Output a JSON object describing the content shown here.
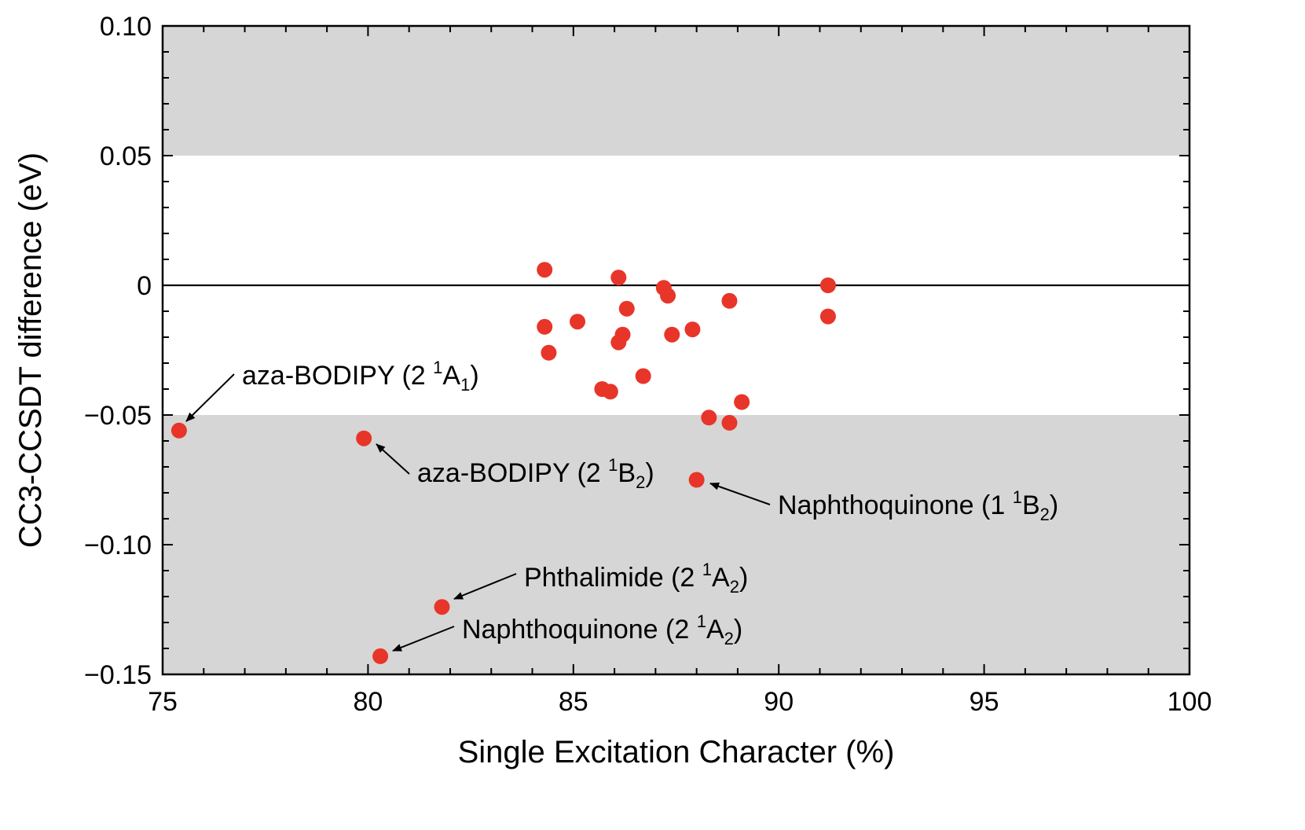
{
  "chart_data": {
    "type": "scatter",
    "title": "",
    "xlabel": "Single Excitation Character (%)",
    "ylabel": "CC3-CCSDT difference  (eV)",
    "xlim": [
      75,
      100
    ],
    "ylim": [
      -0.15,
      0.1
    ],
    "x_ticks": [
      75,
      80,
      85,
      90,
      95,
      100
    ],
    "x_tick_labels": [
      "75",
      "80",
      "85",
      "90",
      "95",
      "100"
    ],
    "y_ticks": [
      0.1,
      0.05,
      0,
      -0.05,
      -0.1,
      -0.15
    ],
    "y_tick_labels": [
      "0.10",
      "0.05",
      "0",
      "−0.05",
      "−0.10",
      "−0.15"
    ],
    "shaded_bands": [
      {
        "y_from": 0.05,
        "y_to": 0.1,
        "color": "#d6d6d6"
      },
      {
        "y_from": -0.15,
        "y_to": -0.05,
        "color": "#d6d6d6"
      }
    ],
    "reference_line_y": 0,
    "grid": false,
    "marker_color": "#e8352a",
    "series": [
      {
        "x": [
          84.3,
          86.1,
          91.2,
          87.2,
          87.3,
          88.8,
          86.3,
          91.2,
          84.3,
          85.1,
          86.2,
          87.4,
          87.9,
          86.1,
          84.4,
          86.7,
          85.7,
          85.9,
          89.1,
          88.3,
          88.8,
          75.4,
          79.9,
          88.0,
          81.8,
          80.3
        ],
        "y": [
          0.006,
          0.003,
          0.0,
          -0.001,
          -0.004,
          -0.006,
          -0.009,
          -0.012,
          -0.016,
          -0.014,
          -0.019,
          -0.019,
          -0.017,
          -0.022,
          -0.026,
          -0.035,
          -0.04,
          -0.041,
          -0.045,
          -0.051,
          -0.053,
          -0.056,
          -0.059,
          -0.075,
          -0.124,
          -0.143
        ]
      }
    ],
    "annotations": [
      {
        "name": "aza-BODIPY",
        "state_pre": " (2 ",
        "sup": "1",
        "base": "A",
        "sub": "1",
        "close": ")",
        "point": [
          75.4,
          -0.056
        ]
      },
      {
        "name": "aza-BODIPY",
        "state_pre": " (2 ",
        "sup": "1",
        "base": "B",
        "sub": "2",
        "close": ")",
        "point": [
          79.9,
          -0.059
        ]
      },
      {
        "name": "Naphthoquinone",
        "state_pre": " (1 ",
        "sup": "1",
        "base": "B",
        "sub": "2",
        "close": ")",
        "point": [
          88.0,
          -0.075
        ]
      },
      {
        "name": "Phthalimide",
        "state_pre": " (2 ",
        "sup": "1",
        "base": "A",
        "sub": "2",
        "close": ")",
        "point": [
          81.8,
          -0.124
        ]
      },
      {
        "name": "Naphthoquinone",
        "state_pre": " (2 ",
        "sup": "1",
        "base": "A",
        "sub": "2",
        "close": ")",
        "point": [
          80.3,
          -0.143
        ]
      }
    ]
  }
}
